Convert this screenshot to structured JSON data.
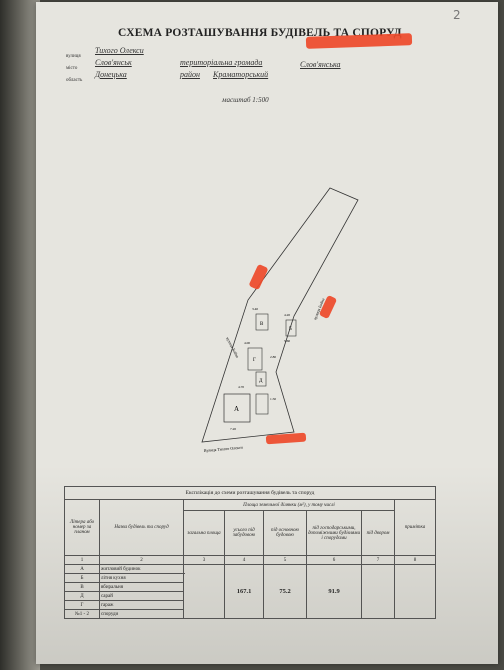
{
  "page_number": "2",
  "title": "СХЕМА РОЗТАШУВАННЯ БУДІВЕЛЬ ТА СПОРУД",
  "address": {
    "labels": [
      "вулиця",
      "місто",
      "область"
    ],
    "street": "Тихого Олекси",
    "city": "Слов'янськ",
    "community_label": "територіальна громада",
    "community": "Слов'янська",
    "region": "Донецька",
    "district_label": "район",
    "district": "Краматорський"
  },
  "scale": "масштаб 1:500",
  "plan": {
    "street_bottom": "Вулиця Тихого Олекси",
    "left_side": "вулиця Бойка",
    "right_side": "вулиця Бойка",
    "building_letters": [
      "А",
      "Б",
      "В",
      "Г",
      "Д"
    ],
    "dimension_labels": [
      "7.20",
      "3.40",
      "4.20",
      "4.70",
      "2.80",
      "5.60",
      "4.00",
      "1.50"
    ]
  },
  "table": {
    "caption": "Експлікація до схеми розташування будівель та споруд",
    "headers": {
      "letter": "Літера або номер за планом",
      "name": "Назва будівель та споруд",
      "area_group": "Площа земельної ділянки (м²), у тому числі",
      "total": "загальна площа",
      "under_buildings": "усього під забудовою",
      "main_building": "під основною будовою",
      "outbuildings": "під господарськими, допоміжними будівлями і спорудами",
      "yard": "під двором",
      "note": "примітка"
    },
    "column_numbers": [
      "1",
      "2",
      "3",
      "4",
      "5",
      "6",
      "7",
      "8"
    ],
    "rows": [
      {
        "letter": "А",
        "name": "житловий будинок",
        "total": "",
        "under": "167.1",
        "main": "75.2",
        "aux": "91.9",
        "yard": "",
        "note": ""
      },
      {
        "letter": "Б",
        "name": "літня кухня",
        "total": "",
        "under": "",
        "main": "",
        "aux": "",
        "yard": "",
        "note": ""
      },
      {
        "letter": "В",
        "name": "вбиральня",
        "total": "",
        "under": "",
        "main": "",
        "aux": "",
        "yard": "",
        "note": ""
      },
      {
        "letter": "Д",
        "name": "сарай",
        "total": "",
        "under": "",
        "main": "",
        "aux": "",
        "yard": "",
        "note": ""
      },
      {
        "letter": "Г",
        "name": "гараж",
        "total": "",
        "under": "",
        "main": "",
        "aux": "",
        "yard": "",
        "note": ""
      },
      {
        "letter": "№1 - 2",
        "name": "споруди",
        "total": "",
        "under": "",
        "main": "",
        "aux": "",
        "yard": "",
        "note": ""
      }
    ]
  },
  "colors": {
    "paper": "#e6e5df",
    "redaction": "#ee4a2a",
    "ink": "#222222"
  }
}
